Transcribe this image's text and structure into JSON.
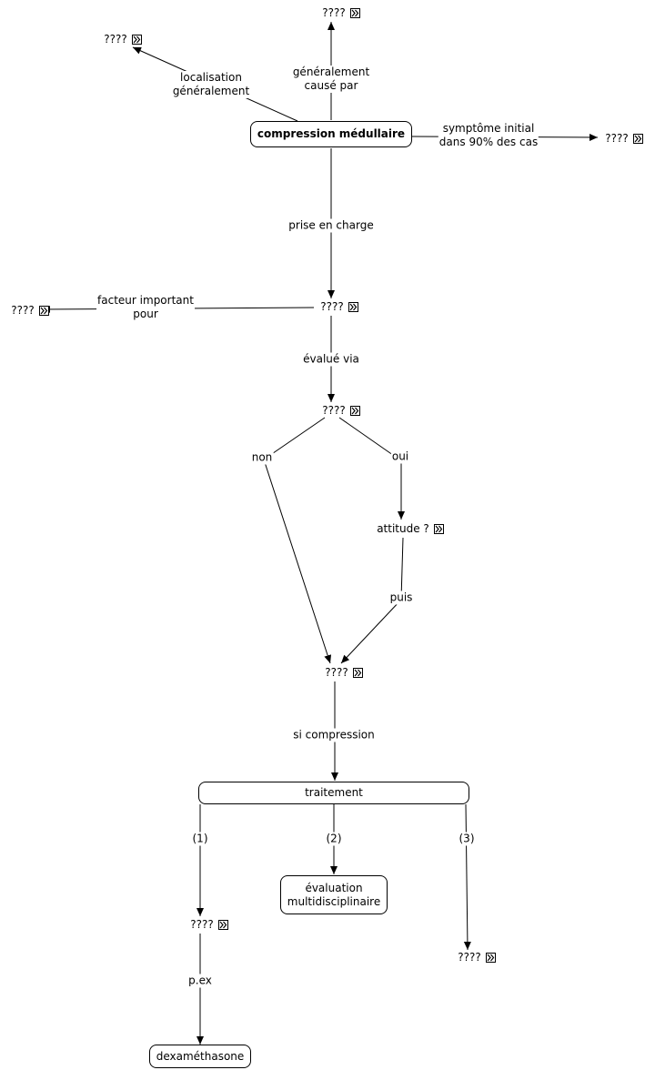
{
  "nodes": {
    "main": "compression médullaire",
    "cause": "????",
    "localisation": "????",
    "symptome": "????",
    "pec": "????",
    "facteur": "????",
    "evalue": "????",
    "attitude": "attitude ?",
    "confluence": "????",
    "traitement": "traitement",
    "t1": "????",
    "t2": "évaluation\nmultidisciplinaire",
    "t3": "????",
    "dexa": "dexaméthasone"
  },
  "labels": {
    "cause": "généralement\ncausé par",
    "localisation": "localisation\ngénéralement",
    "symptome": "symptôme initial\ndans 90% des cas",
    "pec": "prise en charge",
    "facteur": "facteur important\npour",
    "evalue": "évalué via",
    "non": "non",
    "oui": "oui",
    "puis": "puis",
    "sicomp": "si compression",
    "one": "(1)",
    "two": "(2)",
    "three": "(3)",
    "pex": "p.ex"
  },
  "icons": {
    "expand": "double-chevron-right-icon"
  }
}
